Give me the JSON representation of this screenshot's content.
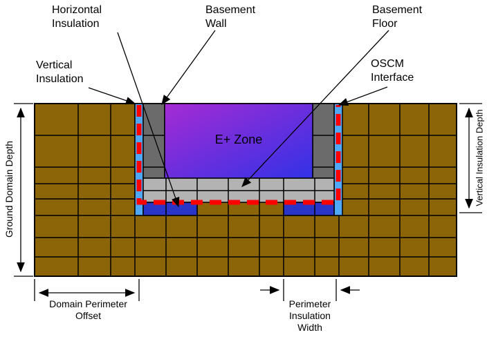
{
  "callouts": {
    "horizontal_insulation": "Horizontal\nInsulation",
    "basement_wall": "Basement\nWall",
    "basement_floor": "Basement\nFloor",
    "vertical_insulation": "Vertical\nInsulation",
    "oscm_interface": "OSCM\nInterface"
  },
  "zone_label": "E+ Zone",
  "dimensions": {
    "ground_domain_depth": "Ground Domain Depth",
    "vertical_insulation_depth": "Vertical Insulation Depth",
    "domain_perimeter_offset": "Domain Perimeter\nOffset",
    "perimeter_insulation_width": "Perimeter\nInsulation\nWidth"
  },
  "colors": {
    "ground": "#8B6508",
    "grid_line": "#000000",
    "basement_wall": "#6B6B6B",
    "basement_floor": "#B3B3B3",
    "vertical_insulation": "#4FA8F8",
    "horizontal_insulation": "#2A35C8",
    "oscm_interface": "#FF0000",
    "zone_gradient_start": "#A52BD4",
    "zone_gradient_end": "#3232E6"
  }
}
